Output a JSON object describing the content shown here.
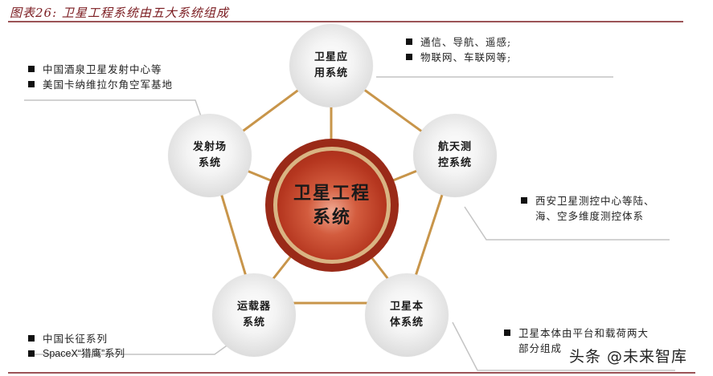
{
  "header": {
    "title": "图表26: 卫星工程系统由五大系统组成",
    "rule_color": "#7a1a1f"
  },
  "diagram": {
    "center": {
      "label": "卫星工程\n系统",
      "color": "#b5361f",
      "ring_color": "#d9b483"
    },
    "connector_color": "#c8954a",
    "nodes": [
      {
        "id": "application",
        "label": "卫星应\n用系统"
      },
      {
        "id": "tracking-control",
        "label": "航天测\n控系统"
      },
      {
        "id": "satellite-body",
        "label": "卫星本\n体系统"
      },
      {
        "id": "launch-vehicle",
        "label": "运载器\n系统"
      },
      {
        "id": "launch-site",
        "label": "发射场\n系统"
      }
    ],
    "callouts": {
      "application": [
        "通信、导航、遥感;",
        "物联网、车联网等;"
      ],
      "launch_site": [
        "中国酒泉卫星发射中心等",
        "美国卡纳维拉尔角空军基地"
      ],
      "tracking_control": [
        "西安卫星测控中心等陆、\n海、空多维度测控体系"
      ],
      "launch_vehicle": [
        "中国长征系列",
        "SpaceX“猎鹰”系列"
      ],
      "satellite_body": [
        "卫星本体由平台和载荷两大\n部分组成"
      ]
    }
  },
  "watermark": "头条 @未来智库"
}
